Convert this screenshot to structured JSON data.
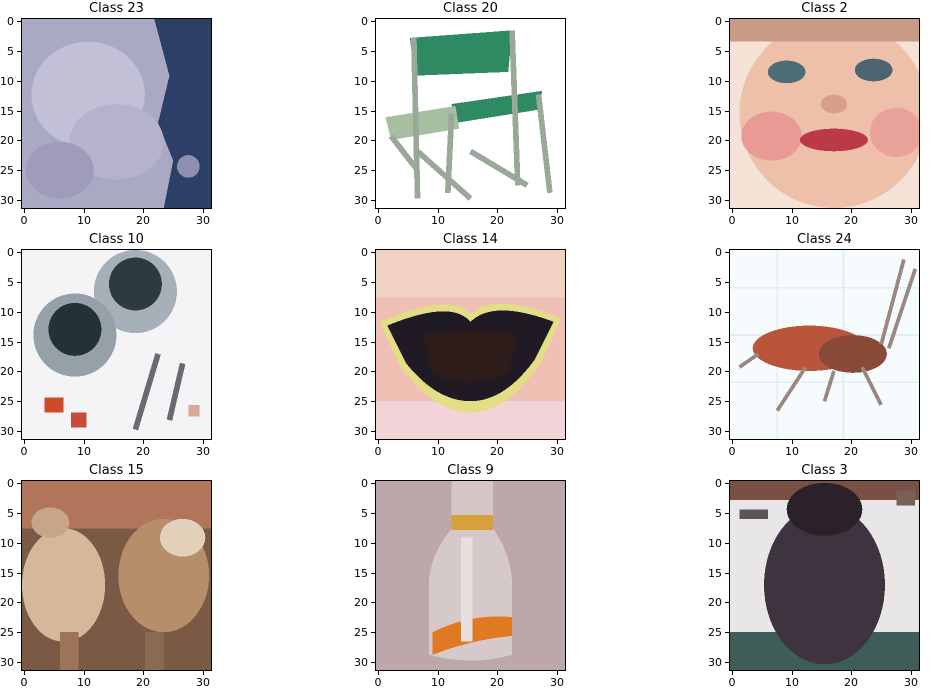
{
  "figure": {
    "panels": [
      {
        "id": "p0",
        "title": "Class 23",
        "picture": "clouds-sky"
      },
      {
        "id": "p1",
        "title": "Class 20",
        "picture": "folding-chair"
      },
      {
        "id": "p2",
        "title": "Class 2",
        "picture": "baby-face"
      },
      {
        "id": "p3",
        "title": "Class 10",
        "picture": "round-lamps"
      },
      {
        "id": "p4",
        "title": "Class 14",
        "picture": "butterfly"
      },
      {
        "id": "p5",
        "title": "Class 24",
        "picture": "cockroach"
      },
      {
        "id": "p6",
        "title": "Class 15",
        "picture": "camels"
      },
      {
        "id": "p7",
        "title": "Class 9",
        "picture": "glass-bottle"
      },
      {
        "id": "p8",
        "title": "Class 3",
        "picture": "bear"
      }
    ],
    "xticks": [
      "0",
      "10",
      "20",
      "30"
    ],
    "yticks": [
      "0",
      "5",
      "10",
      "15",
      "20",
      "25",
      "30"
    ],
    "image_extent": [
      -0.5,
      31.5
    ]
  }
}
